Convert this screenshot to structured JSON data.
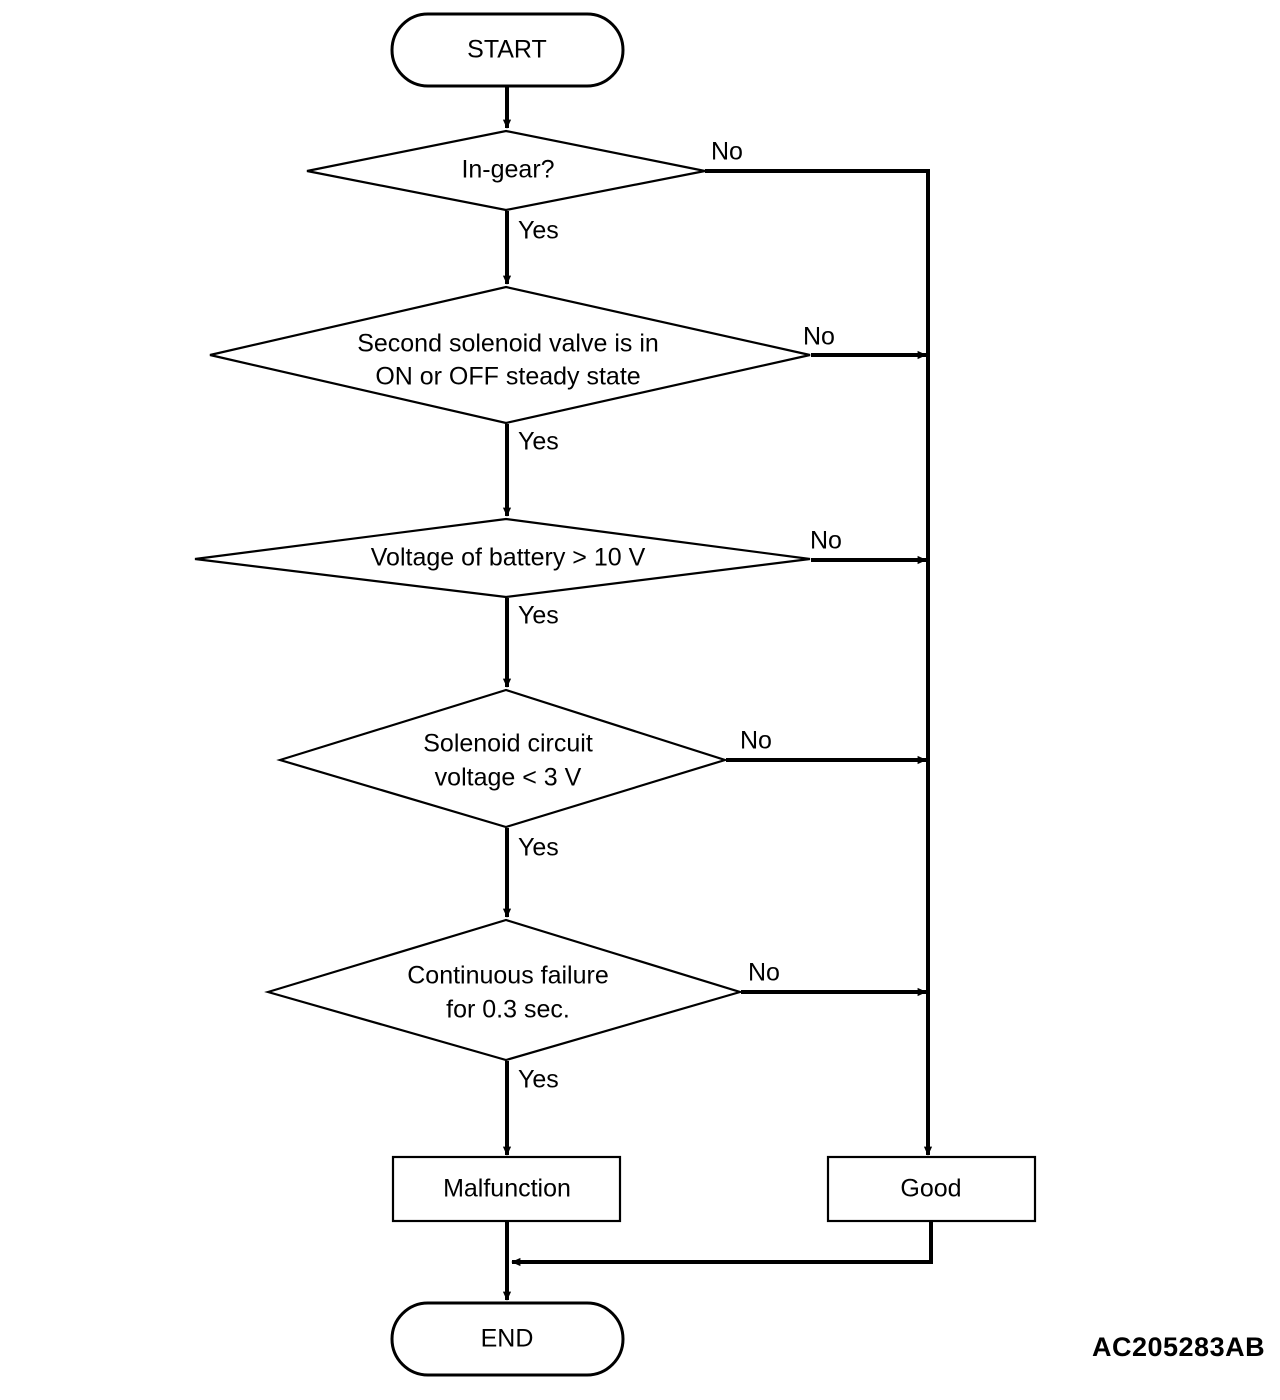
{
  "diagram": {
    "title_code": "AC205283AB",
    "type": "flowchart",
    "nodes": [
      {
        "id": "start",
        "shape": "terminator",
        "label": "START"
      },
      {
        "id": "d1",
        "shape": "decision",
        "label": "In-gear?",
        "lines": [
          "In-gear?"
        ]
      },
      {
        "id": "d2",
        "shape": "decision",
        "label": "Second solenoid valve is in ON or OFF steady state",
        "lines": [
          "Second solenoid valve is in",
          "ON or OFF steady state"
        ]
      },
      {
        "id": "d3",
        "shape": "decision",
        "label": "Voltage of battery > 10 V",
        "lines": [
          "Voltage of battery > 10 V"
        ]
      },
      {
        "id": "d4",
        "shape": "decision",
        "label": "Solenoid circuit voltage < 3 V",
        "lines": [
          "Solenoid circuit",
          "voltage < 3 V"
        ]
      },
      {
        "id": "d5",
        "shape": "decision",
        "label": "Continuous failure for 0.3 sec.",
        "lines": [
          "Continuous failure",
          "for 0.3 sec."
        ]
      },
      {
        "id": "malf",
        "shape": "process",
        "label": "Malfunction"
      },
      {
        "id": "good",
        "shape": "process",
        "label": "Good"
      },
      {
        "id": "end",
        "shape": "terminator",
        "label": "END"
      }
    ],
    "edge_labels": {
      "yes": "Yes",
      "no": "No"
    },
    "edges": [
      {
        "from": "start",
        "to": "d1",
        "label": ""
      },
      {
        "from": "d1",
        "to": "d2",
        "label": "Yes"
      },
      {
        "from": "d1",
        "to": "good",
        "label": "No"
      },
      {
        "from": "d2",
        "to": "d3",
        "label": "Yes"
      },
      {
        "from": "d2",
        "to": "good",
        "label": "No"
      },
      {
        "from": "d3",
        "to": "d4",
        "label": "Yes"
      },
      {
        "from": "d3",
        "to": "good",
        "label": "No"
      },
      {
        "from": "d4",
        "to": "d5",
        "label": "Yes"
      },
      {
        "from": "d4",
        "to": "good",
        "label": "No"
      },
      {
        "from": "d5",
        "to": "malf",
        "label": "Yes"
      },
      {
        "from": "d5",
        "to": "good",
        "label": "No"
      },
      {
        "from": "malf",
        "to": "end",
        "label": ""
      },
      {
        "from": "good",
        "to": "end",
        "label": ""
      }
    ],
    "colors": {
      "line": "#000000",
      "fill": "#ffffff",
      "text": "#000000"
    }
  }
}
